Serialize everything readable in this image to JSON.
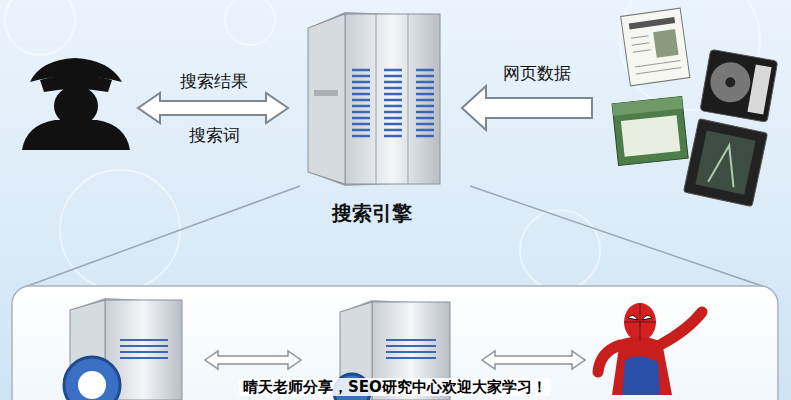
{
  "diagram": {
    "nodes": [
      {
        "text": [
          "搜索引擎"
        ]
      }
    ],
    "labels": [
      "搜索结果",
      "搜索词",
      "网页数据",
      "晴天老师分享，SEO研究中心欢迎大家学习！"
    ]
  }
}
